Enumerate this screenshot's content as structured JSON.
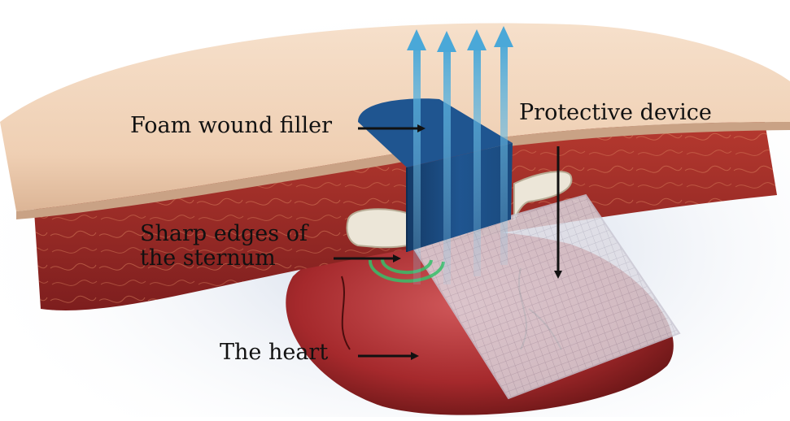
{
  "labels": {
    "foam_wound_filler": "Foam wound filler",
    "protective_device": "Protective device",
    "sharp_edges_line1": "Sharp edges of",
    "sharp_edges_line2": "the sternum",
    "the_heart": "The heart"
  },
  "colors": {
    "skin": "#f1d2b6",
    "skin_edge": "#c9a285",
    "muscle": "#9c2a2a",
    "muscle_vein": "#d67e5c",
    "heart": "#b8383a",
    "heart_shadow": "#6f1716",
    "foam": "#1d4f86",
    "foam_dark": "#143a66",
    "bone": "#e9e4d8",
    "mesh": "#d8d6df",
    "suction_arrow": "#5bb1dc",
    "pressure_ring": "#36c06a",
    "pointer_arrow": "#111111",
    "backdrop": "#c9d4e6"
  },
  "icons": {
    "suction": "upward-arrow-icon",
    "pointer": "black-arrow-icon"
  }
}
